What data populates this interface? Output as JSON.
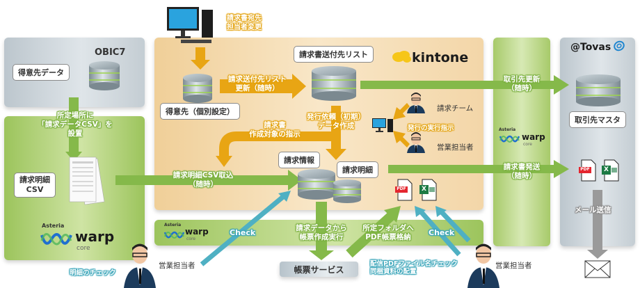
{
  "colors": {
    "orange_arrow": "#e8a514",
    "green_arrow": "#85b94a",
    "teal_arrow": "#4fb0c3",
    "gray_arrow": "#9a9a9a",
    "kintone_yellow": "#f6c619",
    "warp_blue": "#1f6fd0",
    "warp_green": "#4fb75a",
    "pdf_red": "#e4262f",
    "excel_green": "#1d7a44"
  },
  "top_pc": {
    "label": "請求書宛先\n担当者変更"
  },
  "obic": {
    "title": "OBIC7",
    "callout": "得意先データ"
  },
  "csv_panel": {
    "arrow_label": "所定場所に\n「請求データCSV」を\n設置",
    "callout": "請求明細\nCSV",
    "warp_brand": {
      "vendor": "Asteria",
      "name": "warp",
      "sub": "core"
    }
  },
  "kintone_panel": {
    "logo": "kintone",
    "db_individual": "得意先（個別設定）",
    "arrow_list_update": "請求送付先リスト\n更新（随時）",
    "db_sendlist": "請求書送付先リスト",
    "arrow_issue_request": "発行依頼（初期）\nデータ作成",
    "arrow_target_instruction": "請求書\n作成対象の指示",
    "arrow_csv_import": "請求明細CSV取込\n（随時）",
    "db_invoice_info": "請求情報",
    "db_invoice_detail": "請求明細",
    "person_billing_team": "請求チーム",
    "person_sales": "営業担当者",
    "exec_instruction": "発行の実行指示"
  },
  "warp_bar": {
    "brand": {
      "vendor": "Asteria",
      "name": "warp",
      "sub": "core"
    },
    "check_label": "Check",
    "arrow_create_form": "請求データから\n帳票作成実行",
    "arrow_store_pdf": "所定フォルダへ\nPDF帳票格納",
    "check_label2": "Check"
  },
  "form_service": {
    "label": "帳票サービス"
  },
  "middle_green": {
    "arrow_partner_update": "取引先更新\n（随時）",
    "arrow_invoice_send": "請求書発送\n（随時）",
    "brand": {
      "vendor": "Asteria",
      "name": "warp",
      "sub": "core"
    }
  },
  "tovas": {
    "logo": "@Tovas",
    "db": "取引先マスタ",
    "mail_label": "メール送信",
    "pdf_label": "PDF",
    "excel_label": "X"
  },
  "bottom": {
    "person_left_label": "営業担当者",
    "person_left_action": "明細のチェック",
    "person_right_label": "営業担当者",
    "person_right_action": "配信PDFファイル名チェック\n同梱資料の配置"
  },
  "files": {
    "pdf_label": "PDF",
    "excel_label": "X"
  }
}
